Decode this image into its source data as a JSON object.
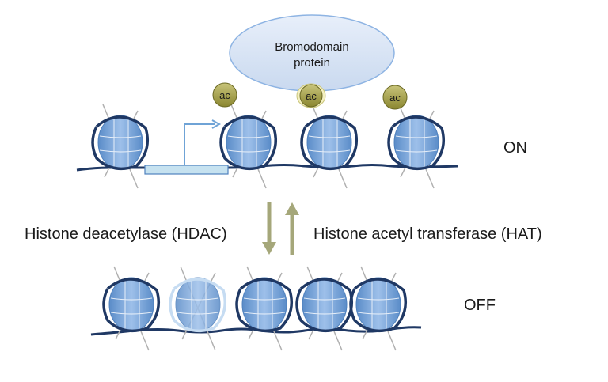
{
  "labels": {
    "bromodomain_line1": "Bromodomain",
    "bromodomain_line2": "protein",
    "on_state": "ON",
    "off_state": "OFF",
    "hdac": "Histone deacetylase (HDAC)",
    "hat": "Histone acetyl transferase (HAT)",
    "acetyl_mark": "ac"
  },
  "colors": {
    "nucleosome_fill": "#8eb4e3",
    "nucleosome_dark": "#4f81bd",
    "dna": "#1f3864",
    "bromodomain_fill": "#dbe6f4",
    "bromodomain_stroke": "#8eb4e3",
    "ac_fill": "#9c9a40",
    "arrow": "#a5a77a",
    "promoter_fill": "#c6e2f0",
    "tss_arrow": "#6fa3d6",
    "histone_tail": "#b0b0b0"
  },
  "states": {
    "on_nucleosome_count": 4,
    "off_nucleosome_count": 5,
    "acetyl_marks_count": 3
  }
}
